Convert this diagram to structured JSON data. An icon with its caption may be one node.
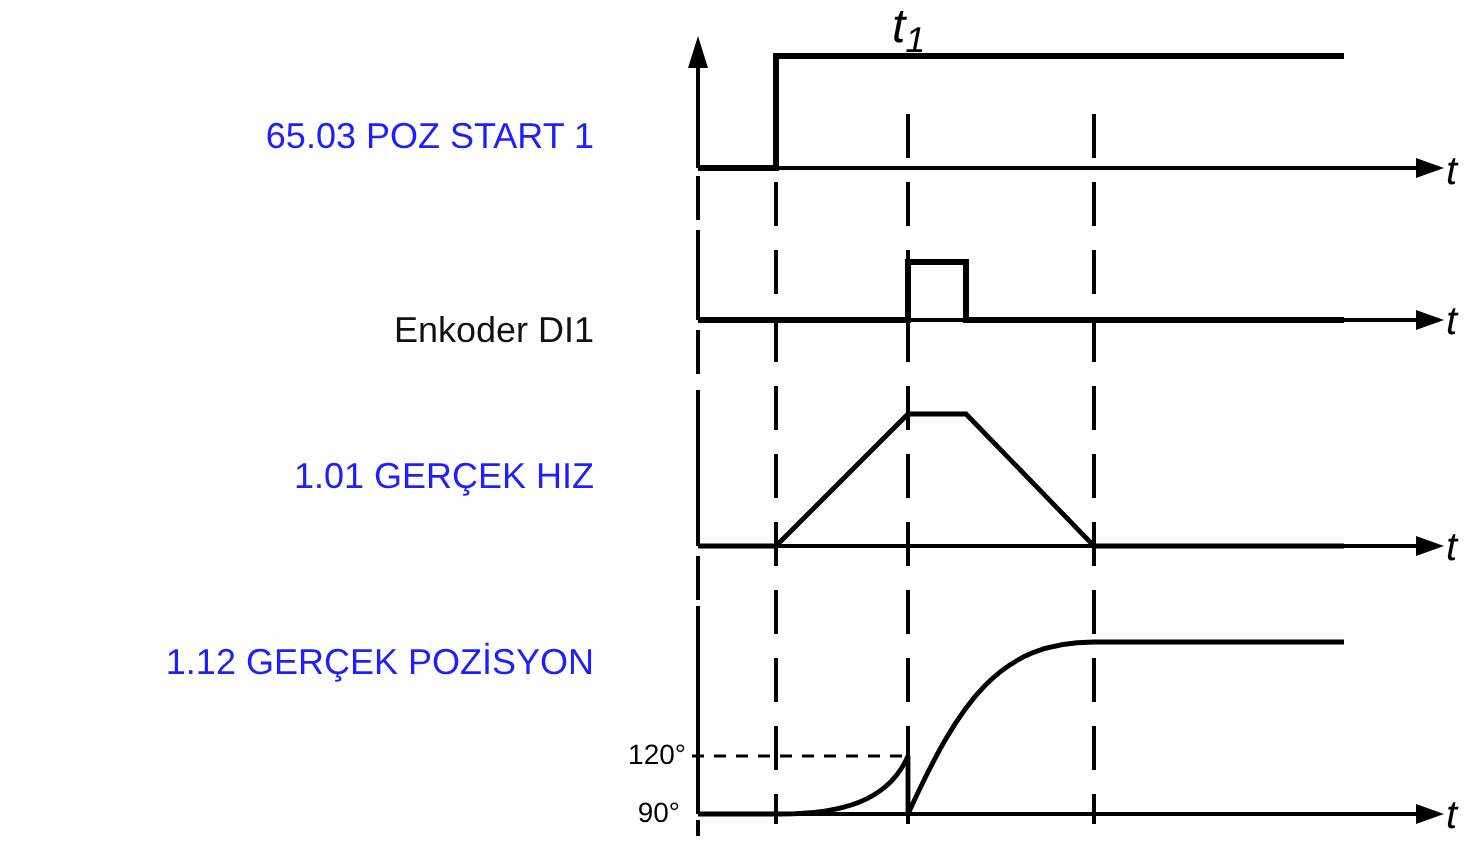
{
  "diagram": {
    "labels": [
      "t$_{1}$",
      "65.03 POZ START 1",
      "t",
      "Enkoder DI1",
      "t",
      "1.01 GERÇEK HIZ",
      "t",
      "1.12 GERÇEK POZİSYON",
      "120°",
      "90°",
      "t"
    ]
  }
}
